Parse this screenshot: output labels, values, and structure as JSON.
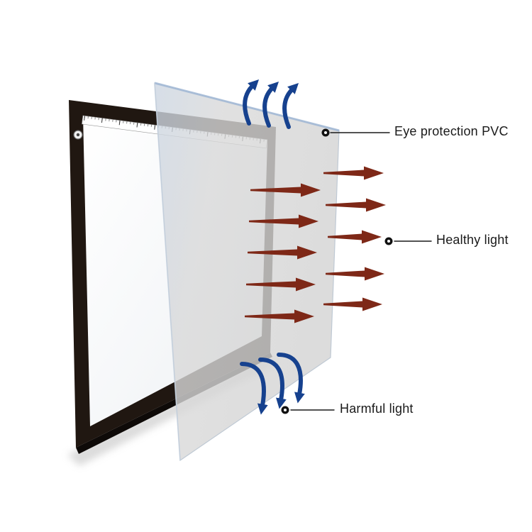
{
  "callouts": {
    "pvc": {
      "label": "Eye protection PVC"
    },
    "healthy": {
      "label": "Healthy light"
    },
    "harmful": {
      "label": "Harmful light"
    }
  },
  "colors": {
    "healthy_red": "#7e2817",
    "light_blue": "#16418e",
    "tablet_frame": "#201711",
    "pvc_sheet_gray": "#d6d6d6",
    "label_text": "#1a1a1a",
    "background": "#ffffff"
  }
}
